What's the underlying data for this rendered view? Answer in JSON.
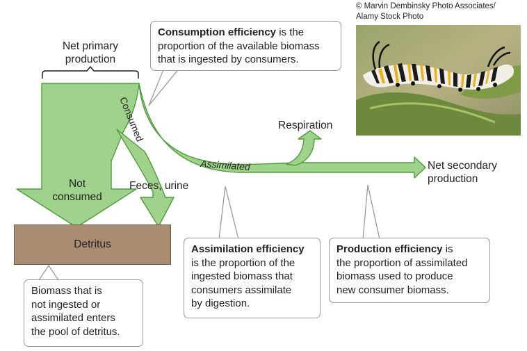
{
  "labels": {
    "net_primary_production": [
      "Net primary",
      "production"
    ],
    "consumed": "Consumed",
    "assimilated": "Assimilated",
    "respiration": "Respiration",
    "net_secondary_production": [
      "Net secondary",
      "production"
    ],
    "not_consumed": [
      "Not",
      "consumed"
    ],
    "feces_urine": "Feces, urine",
    "detritus": "Detritus"
  },
  "callouts": {
    "consumption": {
      "term": "Consumption efficiency",
      "text_1": " is the",
      "text_2": "proportion of the available biomass",
      "text_3": "that is ingested by consumers."
    },
    "assimilation": {
      "term": "Assimilation efficiency",
      "text_1": "is the proportion of the",
      "text_2": "ingested biomass that",
      "text_3": "consumers assimilate",
      "text_4": "by digestion."
    },
    "production": {
      "term": "Production efficiency",
      "text_1": " is",
      "text_2": "the proportion of assimilated",
      "text_3": "biomass used to produce",
      "text_4": "new consumer biomass."
    },
    "detritus_pool": {
      "lines": [
        "Biomass that is",
        "not ingested or",
        "assimilated enters",
        "the pool of detritus."
      ]
    }
  },
  "photo_credit": [
    "© Marvin Dembinsky Photo Associates/",
    "Alamy Stock Photo"
  ],
  "colors": {
    "arrow_fill": "#9fd38b",
    "arrow_stroke": "#4f9a3c",
    "detritus_fill": "#a98c72",
    "callout_border": "#9a9a9a"
  }
}
